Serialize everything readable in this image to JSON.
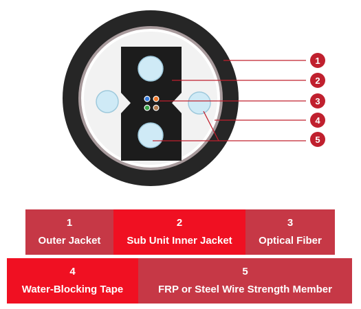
{
  "colors": {
    "jacket": "#262626",
    "tape": "#ffffff",
    "tape_edge": "#a89a9c",
    "interior": "#f2f2f2",
    "unit": "#1c1c1c",
    "fiber_fill": "#cfeaf6",
    "fiber_stroke": "#9ec9dc",
    "callout": "#c0202e",
    "legend_dark": "#c63846",
    "legend_bright": "#f01022"
  },
  "optical_fiber_colors": [
    "#3a7fe0",
    "#f0782a",
    "#3aa64a",
    "#b07a50"
  ],
  "callouts": [
    {
      "number": "1",
      "icon": "circle-badge"
    },
    {
      "number": "2",
      "icon": "circle-badge"
    },
    {
      "number": "3",
      "icon": "circle-badge"
    },
    {
      "number": "4",
      "icon": "circle-badge"
    },
    {
      "number": "5",
      "icon": "circle-badge"
    }
  ],
  "legend": [
    {
      "number": "1",
      "label": "Outer Jacket"
    },
    {
      "number": "2",
      "label": "Sub Unit Inner Jacket"
    },
    {
      "number": "3",
      "label": "Optical Fiber"
    },
    {
      "number": "4",
      "label": "Water-Blocking Tape"
    },
    {
      "number": "5",
      "label": "FRP or Steel Wire Strength Member"
    }
  ]
}
